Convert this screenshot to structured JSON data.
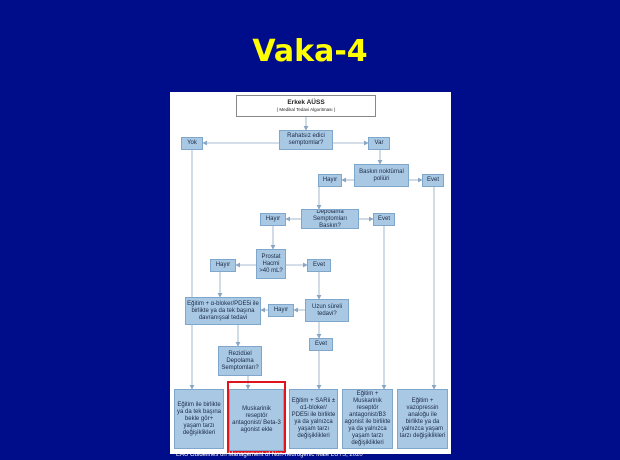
{
  "slide": {
    "title": "Vaka-4"
  },
  "diagram": {
    "header_title": "Erkek AÜSS",
    "header_subtitle": "(        Medikal Tedavi Algoritması        )",
    "nodes": {
      "rahatsiz": "Rahatsız edici semptomlar?",
      "yok": "Yok",
      "var": "Var",
      "baskin_noktural": "Baskın noktürnal poliüri",
      "hayir1": "Hayır",
      "evet1": "Evet",
      "depolama": "Depolama Semptomları Baskın?",
      "hayir2": "Hayır",
      "evet2": "Evet",
      "prostat": "Prostat Hacmi >40 mL?",
      "hayir3": "Hayır",
      "evet3": "Evet",
      "egitim_alfa": "Eğitim + α-bloker/PDE5i ile birlikte ya da tek başına davranışsal tedavi",
      "hayir4": "Hayır",
      "uzun_sureli": "Uzun süreli tedavi?",
      "evet4": "Evet",
      "rezidual": "Rezidüel Depolama Semptomları?",
      "out1": "Eğitim ile birlikte ya da tek başına bekle gör+ yaşam tarzı değişiklikleri",
      "out2": "Muskarinik reseptör antagonist/ Beta-3 agonist ekle",
      "out3": "Eğitim + SARii ± α1-bloker/ PDE5i ile birlikte ya da yalnızca yaşam tarzı değişiklikleri",
      "out4": "Eğitim + Muskarinik reseptör antagonist/B3 agonist ile birlikte ya da yalnızca yaşam tarzı değişiklikleri",
      "out5": "Eğitim + vazopressin analoğu ile birlikte ya da yalnızca yaşam tarzı değişiklikleri"
    },
    "highlight_color": "#e0141c",
    "box_color": "#a9c8e4"
  },
  "caption": "EAU Guidelines on Management of Non-neurogenic Male LUTS, 2020"
}
